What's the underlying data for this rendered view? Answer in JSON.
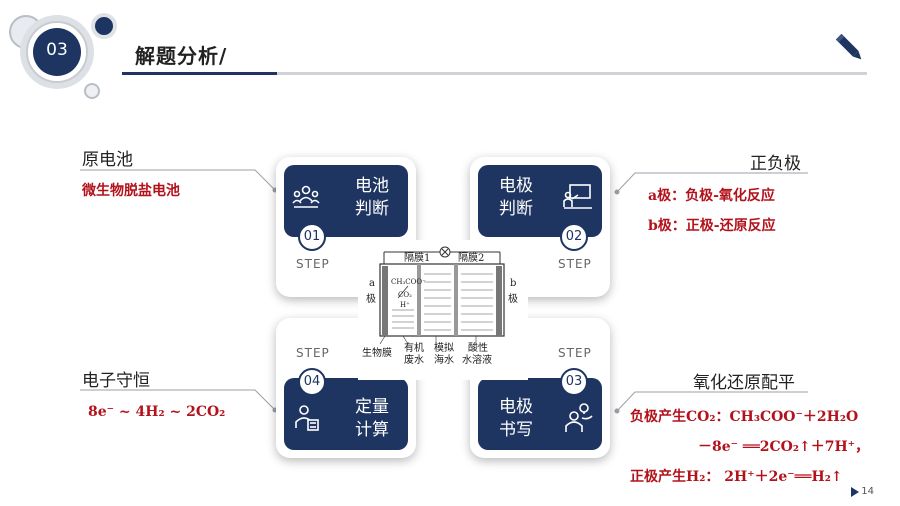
{
  "header": {
    "section_number": "03",
    "title": "解题分析/"
  },
  "cards": {
    "c1": {
      "label_line1": "电池",
      "label_line2": "判断",
      "number": "01",
      "step": "STEP"
    },
    "c2": {
      "label_line1": "电极",
      "label_line2": "判断",
      "number": "02",
      "step": "STEP"
    },
    "c3": {
      "label_line1": "定量",
      "label_line2": "计算",
      "number": "04",
      "step": "STEP"
    },
    "c4": {
      "label_line1": "电极",
      "label_line2": "书写",
      "number": "03",
      "step": "STEP"
    }
  },
  "sections": {
    "top_left": {
      "heading": "原电池",
      "text": "微生物脱盐电池"
    },
    "top_right": {
      "heading": "正负极",
      "line1": "a极：负极-氧化反应",
      "line2": "b极：正极-还原反应"
    },
    "bottom_left": {
      "heading": "电子守恒",
      "equation": "8e⁻ ~ 4H₂ ~ 2CO₂"
    },
    "bottom_right": {
      "heading": "氧化还原配平",
      "line1": "负极产生CO₂：CH₃COO⁻＋2H₂O",
      "line2": "－8e⁻ ══2CO₂↑＋7H⁺，",
      "line3": "正极产生H₂： 2H⁺＋2e⁻══H₂↑"
    }
  },
  "diagram": {
    "membrane1": "隔膜1",
    "membrane2": "隔膜2",
    "electrode_a": "a",
    "electrode_a_suffix": "极",
    "electrode_b": "b",
    "electrode_b_suffix": "极",
    "species1": "CH₃COO⁻",
    "species2": "CO₂",
    "species3": "H⁺",
    "bottom_labels": {
      "l1": "生物膜",
      "l2a": "有机",
      "l2b": "废水",
      "l3a": "模拟",
      "l3b": "海水",
      "l4a": "酸性",
      "l4b": "水溶液"
    }
  },
  "footer": {
    "page": "14"
  },
  "colors": {
    "navy": "#1e3461",
    "red": "#b3121b"
  },
  "icons": [
    "people-group-icon",
    "presentation-icon",
    "person-calculator-icon",
    "person-idea-icon",
    "pen-icon"
  ]
}
